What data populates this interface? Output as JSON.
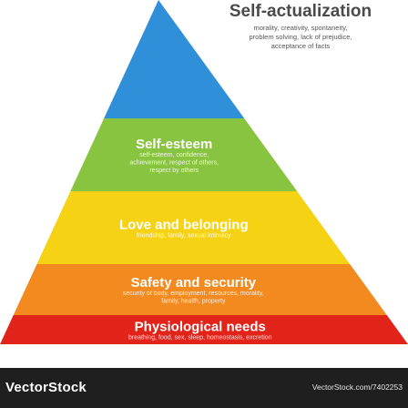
{
  "pyramid": {
    "top": {
      "title": "Self-actualization",
      "desc_lines": [
        "morality, creativity, spontaneity,",
        "problem solving, lack of prejudice,",
        "acceptance of facts"
      ],
      "color": "#2f8fd8"
    },
    "tiers": [
      {
        "title": "Self-esteem",
        "desc_lines": [
          "self-esteem, confidence,",
          "achievement, respect of others,",
          "respect by others"
        ],
        "color": "#88c43f"
      },
      {
        "title": "Love and belonging",
        "desc_lines": [
          "friendship, family, sexual intimacy"
        ],
        "color": "#f6d215"
      },
      {
        "title": "Safety and security",
        "desc_lines": [
          "security of body, employment, resources, morality,",
          "family, health, property"
        ],
        "color": "#f28a1f"
      },
      {
        "title": "Physiological needs",
        "desc_lines": [
          "breathing, food, sex, sleep, homeostasis, excretion"
        ],
        "color": "#e2231a"
      }
    ]
  },
  "footer": {
    "brand": "VectorStock",
    "url": "VectorStock.com/7402253",
    "background": "#1f1f1f"
  }
}
